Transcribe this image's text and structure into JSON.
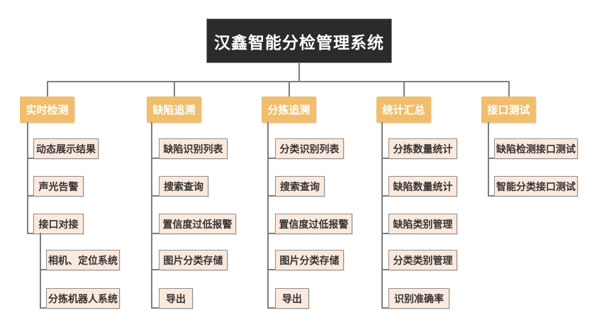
{
  "root": {
    "label": "汉鑫智能分检管理系统"
  },
  "branches": [
    {
      "label": "实时检测",
      "children": [
        {
          "label": "动态展示结果"
        },
        {
          "label": "声光告警"
        },
        {
          "label": "接口对接",
          "children": [
            {
              "label": "相机、定位系统"
            },
            {
              "label": "分拣机器人系统"
            }
          ]
        }
      ]
    },
    {
      "label": "缺陷追溯",
      "children": [
        {
          "label": "缺陷识别列表"
        },
        {
          "label": "搜索查询"
        },
        {
          "label": "置信度过低报警"
        },
        {
          "label": "图片分类存储"
        },
        {
          "label": "导出"
        }
      ]
    },
    {
      "label": "分拣追溯",
      "children": [
        {
          "label": "分类识别列表"
        },
        {
          "label": "搜索查询"
        },
        {
          "label": "置信度过低报警"
        },
        {
          "label": "图片分类存储"
        },
        {
          "label": "导出"
        }
      ]
    },
    {
      "label": "统计汇总",
      "children": [
        {
          "label": "分拣数量统计"
        },
        {
          "label": "缺陷数量统计"
        },
        {
          "label": "缺陷类别管理"
        },
        {
          "label": "分类类别管理"
        },
        {
          "label": "识别准确率"
        }
      ]
    },
    {
      "label": "接口测试",
      "children": [
        {
          "label": "缺陷检测接口测试"
        },
        {
          "label": "智能分类接口测试"
        }
      ]
    }
  ],
  "colors": {
    "title_bg": "#2b2b2b",
    "title_border": "#9a9a9a",
    "branch_bg": "#f0be6c",
    "child_bg": "#fbe9dc",
    "child_border": "#8f8f8f",
    "line": "#7e7e7e",
    "text_dark": "#333333"
  }
}
